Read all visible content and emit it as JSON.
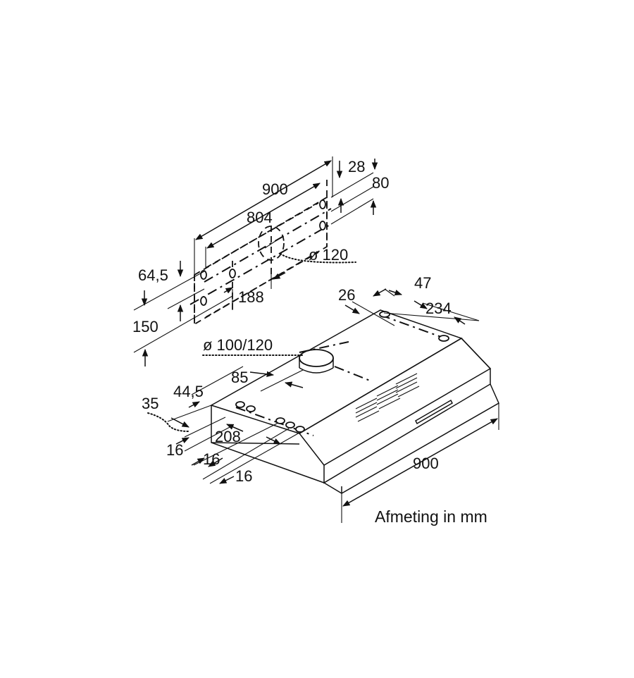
{
  "diagram": {
    "caption": "Afmeting in mm",
    "dimensions": {
      "wall_width": "900",
      "wall_hole_spacing": "804",
      "top_offset": "28",
      "vertical_spacing": "80",
      "duct_diameter_wall": "ø 120",
      "left_height": "64,5",
      "center_offset": "188",
      "bottom_height": "150",
      "hood_width": "900",
      "outlet_diameter": "ø 100/120",
      "rear_offset": "26",
      "rear_offset_2": "47",
      "rear_spacing": "234",
      "outlet_depth": "85",
      "front_offset": "44,5",
      "side_offset": "35",
      "hole_spacing": "208",
      "hole_offset_1": "16",
      "hole_offset_2": "16",
      "hole_offset_3": "16"
    }
  }
}
